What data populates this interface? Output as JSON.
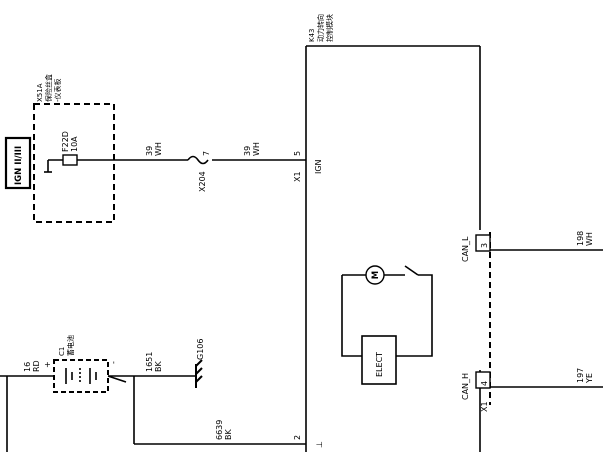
{
  "ign_connector": {
    "label": "IGN II/III"
  },
  "fuse_block": {
    "ref": "X51A",
    "name_cn_line1": "保险丝盒",
    "name_cn_line2": "-仪表板",
    "fuse_id": "F22D",
    "fuse_rating": "10A"
  },
  "wire_39_left": {
    "circuit": "39",
    "color": "WH"
  },
  "splice": {
    "pin": "7",
    "ref": "X204"
  },
  "wire_39_right": {
    "circuit": "39",
    "color": "WH"
  },
  "module": {
    "ref": "K43",
    "name_cn_line1": "动力转向",
    "name_cn_line2": "控制模块",
    "connector": "X1",
    "ign_pin": "5",
    "ign_label": "IGN",
    "gnd_pin": "2",
    "can_l_label": "CAN_L",
    "can_l_pin": "3",
    "can_h_label": "CAN_H",
    "can_h_pin": "4",
    "connector_bottom": "X1"
  },
  "motor": {
    "symbol": "M",
    "elect_label": "ELECT"
  },
  "battery": {
    "ref": "C1",
    "name_cn": "蓄电池",
    "plus": "+",
    "minus": "-",
    "pos_circuit": "16",
    "pos_color": "RD"
  },
  "ground_wire": {
    "circuit": "1651",
    "color": "BK"
  },
  "ground": {
    "ref": "G106"
  },
  "gnd_wire_2": {
    "circuit": "6639",
    "color": "BK"
  },
  "can_l_wire": {
    "circuit": "198",
    "color": "WH"
  },
  "can_h_wire": {
    "circuit": "197",
    "color": "YE"
  }
}
